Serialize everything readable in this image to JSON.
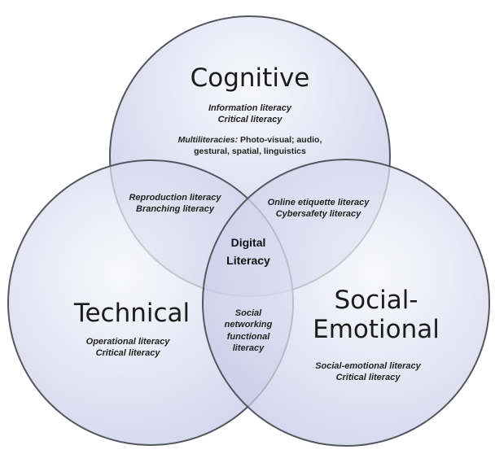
{
  "colors": {
    "circle_fill_light": "#f2f3fb",
    "circle_fill_dark": "#c7cbe8",
    "circle_stroke": "#55575f",
    "text": "#1a1a1a"
  },
  "cognitive": {
    "title": "Cognitive",
    "items": [
      "Information literacy",
      "Critical literacy"
    ],
    "multiliteracies_label": "Multiliteracies:",
    "multiliteracies_text_1": "Photo-visual;  audio,",
    "multiliteracies_text_2": "gestural, spatial, linguistics"
  },
  "technical": {
    "title": "Technical",
    "items": [
      "Operational literacy",
      "Critical literacy"
    ]
  },
  "social_emotional": {
    "title_1": "Social-",
    "title_2": "Emotional",
    "items": [
      "Social-emotional  literacy",
      "Critical literacy"
    ]
  },
  "overlap_cognitive_technical": {
    "items": [
      "Reproduction literacy",
      "Branching literacy"
    ]
  },
  "overlap_cognitive_social": {
    "items": [
      "Online etiquette literacy",
      "Cybersafety literacy"
    ]
  },
  "overlap_technical_social": {
    "items": [
      "Social",
      "networking",
      "functional",
      "literacy"
    ]
  },
  "center": {
    "line_1": "Digital",
    "line_2": "Literacy"
  }
}
